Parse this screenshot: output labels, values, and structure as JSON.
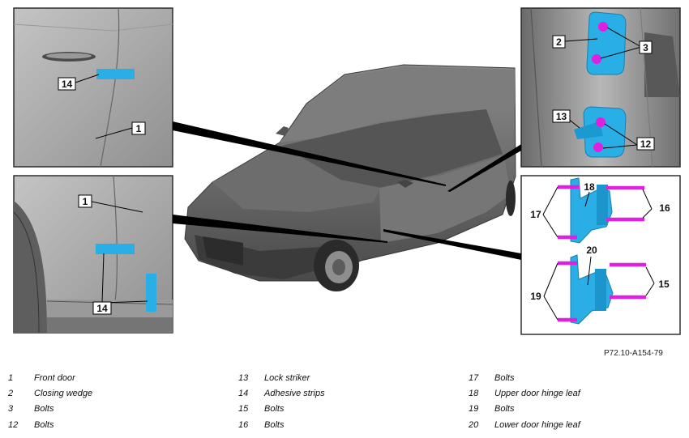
{
  "callouts": {
    "c14a": "14",
    "c1a": "1",
    "c1b": "1",
    "c14b": "14",
    "c2": "2",
    "c3": "3",
    "c13": "13",
    "c12": "12",
    "c18": "18",
    "c16": "16",
    "c17": "17",
    "c20": "20",
    "c15": "15",
    "c19": "19"
  },
  "reference": "P72.10-A154-79",
  "legend": [
    [
      {
        "n": "1",
        "t": "Front door"
      },
      {
        "n": "2",
        "t": "Closing wedge"
      },
      {
        "n": "3",
        "t": "Bolts"
      },
      {
        "n": "12",
        "t": "Bolts"
      }
    ],
    [
      {
        "n": "13",
        "t": "Lock striker"
      },
      {
        "n": "14",
        "t": "Adhesive strips"
      },
      {
        "n": "15",
        "t": "Bolts"
      },
      {
        "n": "16",
        "t": "Bolts"
      }
    ],
    [
      {
        "n": "17",
        "t": "Bolts"
      },
      {
        "n": "18",
        "t": "Upper door hinge leaf"
      },
      {
        "n": "19",
        "t": "Bolts"
      },
      {
        "n": "20",
        "t": "Lower door hinge leaf"
      }
    ]
  ],
  "colors": {
    "highlight": "#29aee6",
    "bolt": "#e020e0",
    "panel": "#aaaaaa"
  }
}
